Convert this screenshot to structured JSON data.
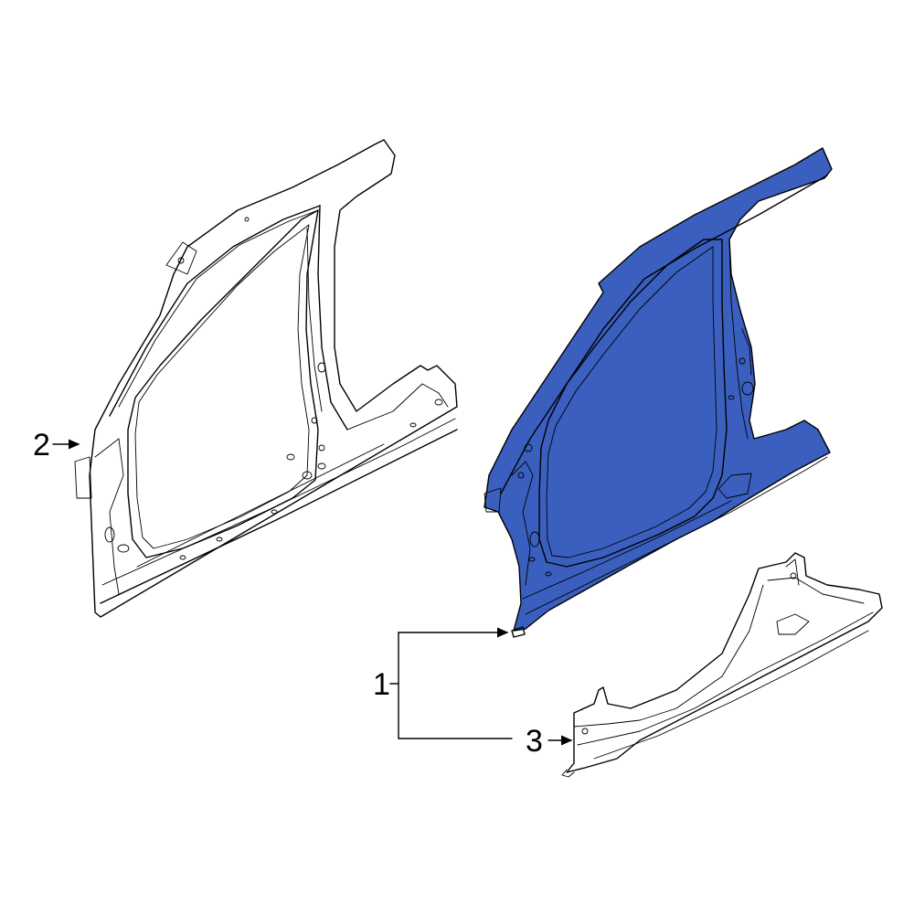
{
  "callouts": [
    {
      "number": "1"
    },
    {
      "number": "2"
    },
    {
      "number": "3"
    }
  ],
  "colors": {
    "highlight_part": "#3a5fbf",
    "line": "#000000",
    "background": "#ffffff"
  }
}
